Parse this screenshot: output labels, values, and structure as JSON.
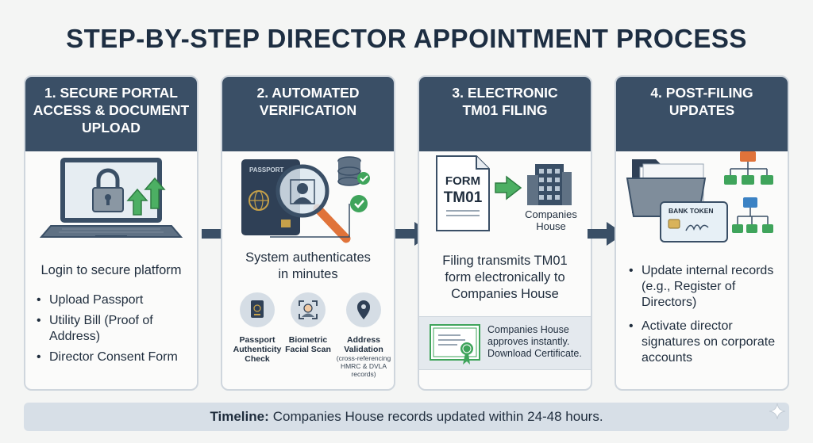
{
  "title": "STEP-BY-STEP DIRECTOR APPOINTMENT PROCESS",
  "steps": [
    {
      "heading_lines": [
        "1. SECURE PORTAL",
        "ACCESS & DOCUMENT",
        "UPLOAD"
      ],
      "main_text": "Login to secure platform",
      "bullets": [
        "Upload Passport",
        "Utility Bill (Proof of Address)",
        "Director Consent Form"
      ]
    },
    {
      "heading_lines": [
        "2. AUTOMATED",
        "VERIFICATION"
      ],
      "passport_label": "PASSPORT",
      "main_text": "System authenticates in minutes",
      "checks": [
        {
          "label": "Passport Authenticity Check",
          "icon": "passport-icon"
        },
        {
          "label": "Biometric Facial Scan",
          "icon": "face-scan-icon"
        },
        {
          "label": "Address Validation",
          "sub": "(cross-referencing HMRC & DVLA records)",
          "icon": "location-pin-icon"
        }
      ]
    },
    {
      "heading_lines": [
        "3. ELECTRONIC",
        "TM01 FILING"
      ],
      "form_line1": "FORM",
      "form_line2": "TM01",
      "companies_house_line1": "Companies",
      "companies_house_line2": "House",
      "main_text": "Filing transmits TM01 form electronically to Companies House",
      "approval_text": "Companies House approves instantly. Download Certificate."
    },
    {
      "heading_lines": [
        "4. POST-FILING",
        "UPDATES"
      ],
      "bank_token_label": "BANK TOKEN",
      "bullets": [
        "Update internal records (e.g., Register of Directors)",
        "Activate director signatures on corporate accounts"
      ]
    }
  ],
  "timeline": {
    "label": "Timeline:",
    "text": "Companies House records updated within 24-48 hours."
  },
  "colors": {
    "header": "#3a4f66",
    "accent_green": "#3fa45b",
    "accent_orange": "#e0733a",
    "timeline_bg": "#d7dfe7"
  }
}
